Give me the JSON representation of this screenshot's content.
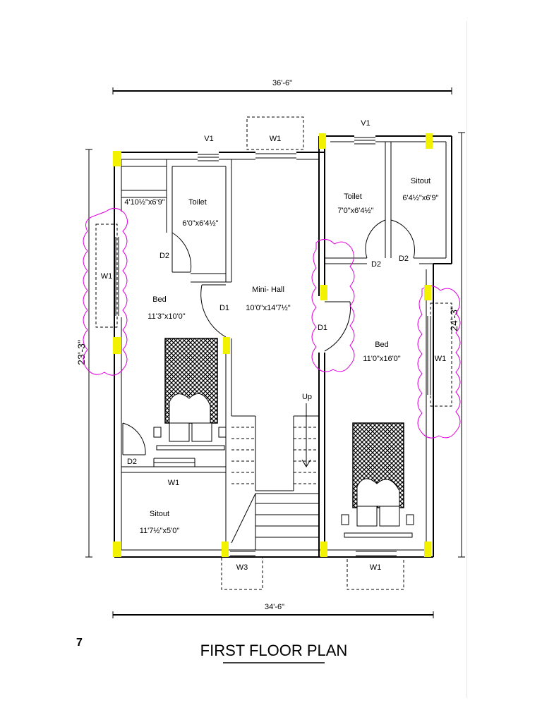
{
  "title": "FIRST FLOOR PLAN",
  "corner_mark": "7",
  "dimensions": {
    "top": "36'-6\"",
    "bottom": "34'-6\"",
    "left": "23'-3\"",
    "right": "24'-3\""
  },
  "rooms": {
    "toilet_left": {
      "name": "Toilet",
      "size": "6'0\"x6'4½\""
    },
    "store": {
      "size": "4'10½\"x6'9\""
    },
    "bed_left": {
      "name": "Bed",
      "size": "11'3\"x10'0\""
    },
    "mini_hall": {
      "name": "Mini- Hall",
      "size": "10'0\"x14'7½\""
    },
    "toilet_right": {
      "name": "Toilet",
      "size": "7'0\"x6'4½\""
    },
    "sitout_right": {
      "name": "Sitout",
      "size": "6'4½\"x6'9\""
    },
    "bed_right": {
      "name": "Bed",
      "size": "11'0\"x16'0\""
    },
    "sitout_left": {
      "name": "Sitout",
      "size": "11'7½\"x5'0\""
    }
  },
  "openings": {
    "v1_left": "V1",
    "v1_right": "V1",
    "w1_top": "W1",
    "w1_left": "W1",
    "w1_right": "W1",
    "w1_sitout": "W1",
    "w1_bottom": "W1",
    "w3_bottom": "W3",
    "d1_hall": "D1",
    "d1_right": "D1",
    "d2_toilet_left": "D2",
    "d2_sitout_left": "D2",
    "d2_toilet_right": "D2",
    "d2_sitout_right": "D2"
  },
  "stair_label": "Up",
  "colors": {
    "column": "#f2f200",
    "revision_cloud": "#e000e0",
    "line": "#000000"
  }
}
